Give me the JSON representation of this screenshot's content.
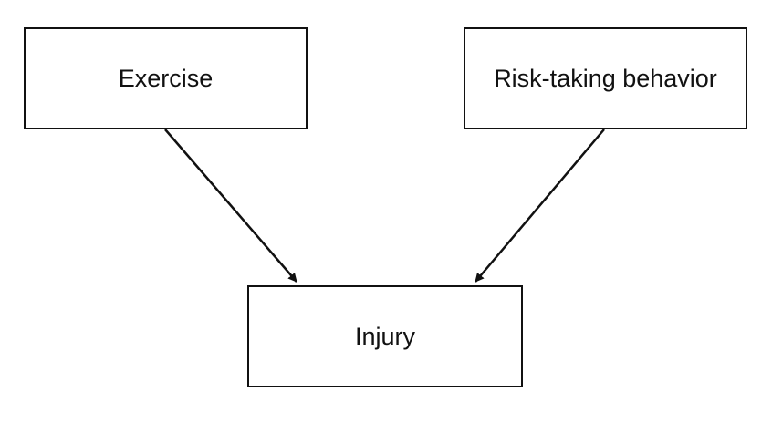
{
  "diagram": {
    "nodes": [
      {
        "id": "exercise",
        "label": "Exercise"
      },
      {
        "id": "risk",
        "label": "Risk-taking behavior"
      },
      {
        "id": "injury",
        "label": "Injury"
      }
    ],
    "edges": [
      {
        "from": "exercise",
        "to": "injury"
      },
      {
        "from": "risk",
        "to": "injury"
      }
    ],
    "colors": {
      "stroke": "#111111",
      "background": "#ffffff"
    }
  }
}
